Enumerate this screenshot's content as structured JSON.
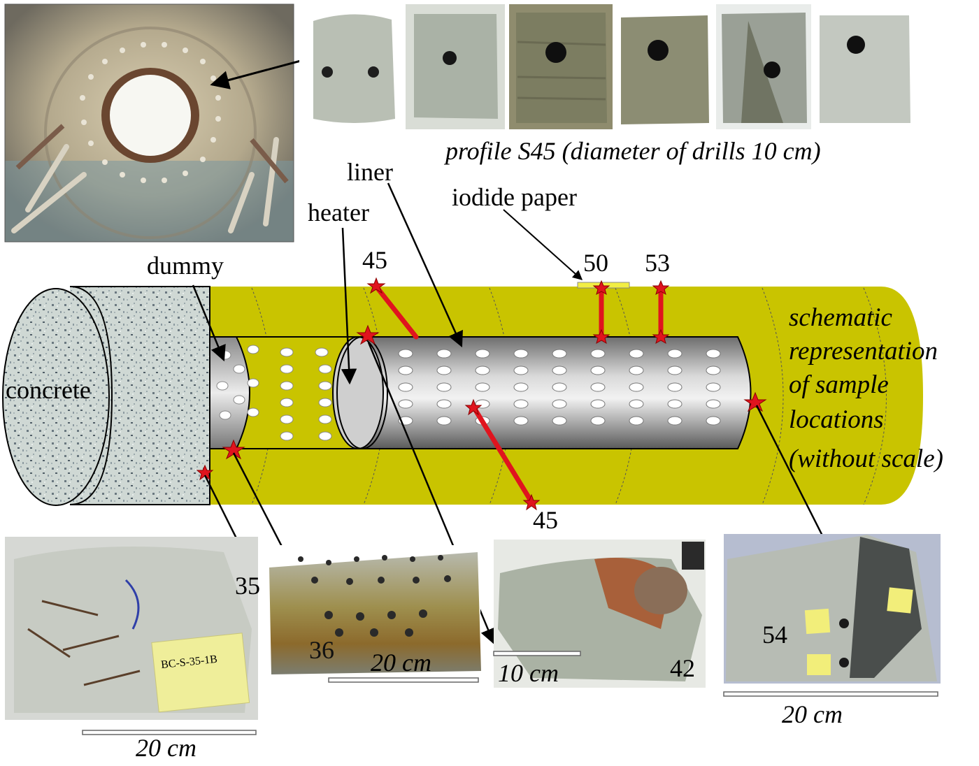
{
  "labels": {
    "concrete": "concrete",
    "dummy": "dummy",
    "heater": "heater",
    "liner": "liner",
    "iodide_paper": "iodide paper",
    "profile": "profile S45 (diameter of drills 10 cm)",
    "schematic": [
      "schematic",
      "representation",
      "of sample",
      "locations",
      "(without scale)"
    ]
  },
  "sample_numbers": {
    "s45_top": "45",
    "s50": "50",
    "s53": "53",
    "s45_bottom": "45",
    "s35": "35",
    "s36": "36",
    "s42": "42",
    "s54": "54"
  },
  "scale_bars": {
    "photo35": "20 cm",
    "photo36": "20 cm",
    "photo42": "10 cm",
    "photo54": "20 cm"
  },
  "sample_tag": "BC-S-35-1B",
  "colors": {
    "bentonite": "#c9c400",
    "marker": "#e0141e",
    "iodide_strip": "#f2ee44"
  }
}
